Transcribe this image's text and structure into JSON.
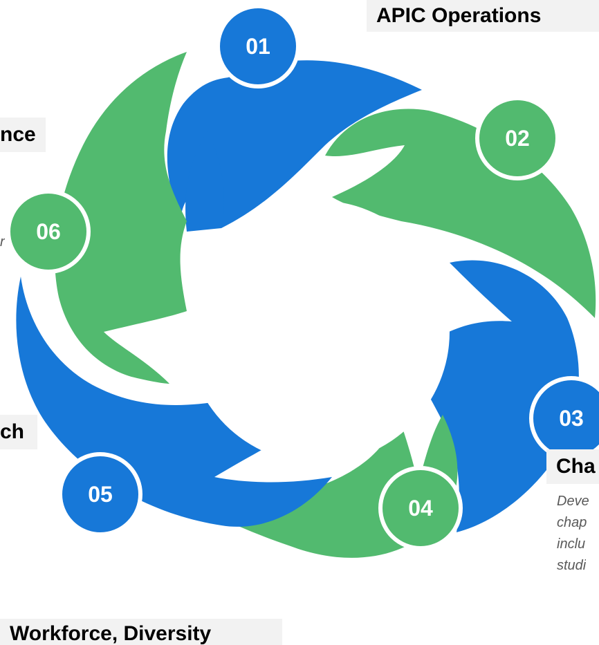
{
  "colors": {
    "blue": "#1778D8",
    "green": "#52BA6F",
    "label_bg": "#F2F2F2",
    "desc_text": "#595959"
  },
  "steps": [
    {
      "number": "01",
      "color": "blue"
    },
    {
      "number": "02",
      "color": "green"
    },
    {
      "number": "03",
      "color": "blue"
    },
    {
      "number": "04",
      "color": "green"
    },
    {
      "number": "05",
      "color": "blue"
    },
    {
      "number": "06",
      "color": "green"
    }
  ],
  "labels": {
    "top_right": "APIC Operations",
    "left_upper": "nce",
    "left_middle": "ch",
    "right_lower": "Cha",
    "bottom": "Workforce, Diversity"
  },
  "descriptions": {
    "right_lower": [
      "Deve",
      "chap",
      "inclu",
      "studi"
    ],
    "left_fragment": "r"
  }
}
